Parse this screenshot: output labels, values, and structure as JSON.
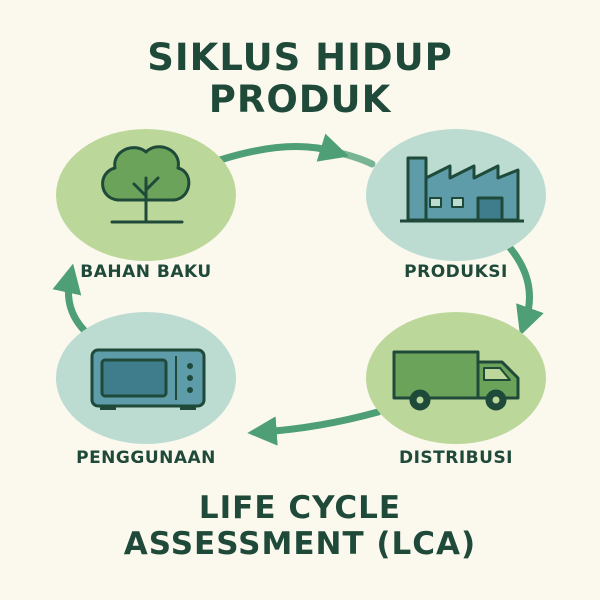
{
  "title": {
    "line1": "SIKLUS HIDUP",
    "line2": "PRODUK"
  },
  "subtitle": {
    "line1": "LIFE CYCLE",
    "line2": "ASSESSMENT (LCA)"
  },
  "stages": [
    {
      "label": "BAHAN BAKU",
      "icon": "tree-icon"
    },
    {
      "label": "PRODUKSI",
      "icon": "factory-icon"
    },
    {
      "label": "DISTRIBUSI",
      "icon": "truck-icon"
    },
    {
      "label": "PENGGUNAAN",
      "icon": "microwave-icon"
    }
  ],
  "colors": {
    "background": "#fbf8ee",
    "text": "#1f4a3a",
    "arrow": "#4e9f75",
    "circle_green": "#bcd79a",
    "circle_teal": "#bcdcd2",
    "icon_green": "#6ca35b",
    "icon_teal": "#5f9caa",
    "icon_stroke": "#1f4a3a"
  }
}
